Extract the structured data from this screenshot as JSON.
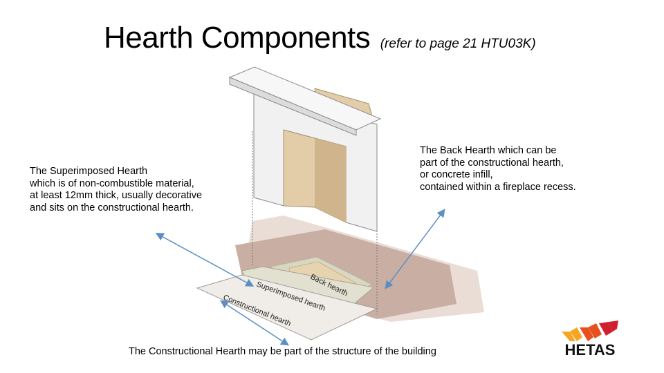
{
  "title": {
    "main": "Hearth Components",
    "sub": "(refer to page 21 HTU03K)"
  },
  "captions": {
    "superimposed": "The Superimposed Hearth\nwhich is of non-combustible material,\nat least 12mm thick, usually decorative\nand sits on the constructional hearth.",
    "back": "The Back Hearth which can be\npart of the constructional hearth,\nor concrete infill,\ncontained within a fireplace recess.",
    "constructional": "The Constructional Hearth may be part of the structure of the building"
  },
  "diagram_labels": {
    "back_hearth": "Back hearth",
    "superimposed_hearth": "Superimposed hearth",
    "constructional_hearth": "Constructional hearth"
  },
  "logo": {
    "text": "HETAS",
    "colors": [
      "#f5a623",
      "#e8501e",
      "#d01f2e"
    ]
  },
  "colors": {
    "arrow": "#5b8fc4",
    "floor": "#c9aea3",
    "floor_light": "#e9ddd6",
    "back_hearth": "#d8d7c0",
    "fireplace": "#f1f1f1",
    "fire_interior": "#e3cda9"
  }
}
